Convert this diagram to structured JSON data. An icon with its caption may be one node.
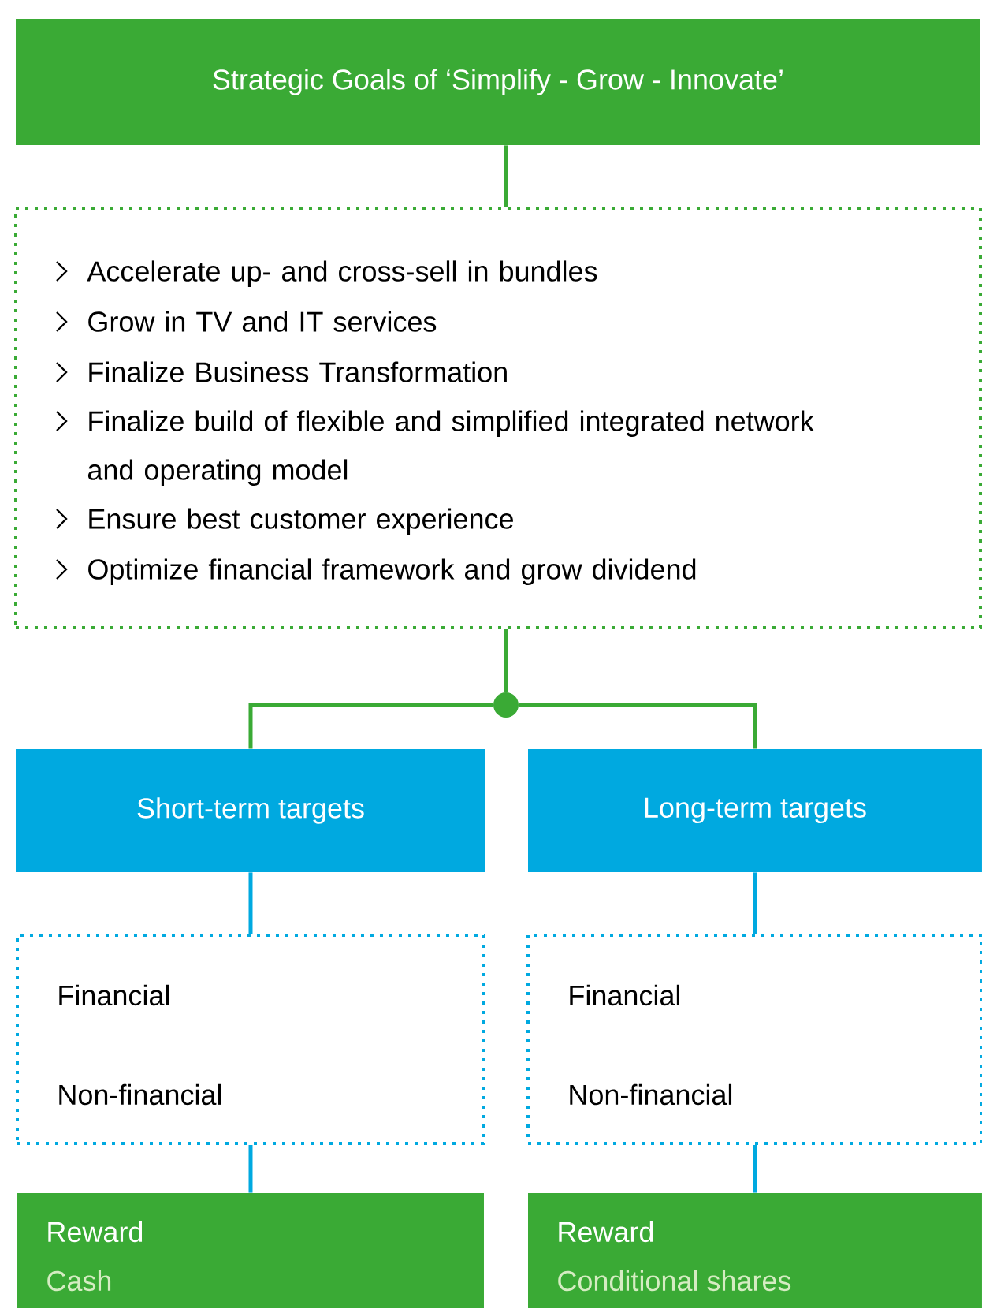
{
  "diagram": {
    "nodes": [
      {
        "text": [
          "Strategic Goals of ‘Simplify - Grow - Innovate’"
        ]
      },
      {
        "text": [
          "Accelerate up- and cross-sell in bundles",
          "Grow in TV and IT services",
          "Finalize Business Transformation",
          "Finalize build of flexible and simplified integrated network and operating model",
          "Ensure best customer experience",
          "Optimize financial framework and grow dividend"
        ]
      },
      {
        "text": [],
        "shape": "circle"
      },
      {
        "text": [
          "Short-term targets"
        ]
      },
      {
        "text": [
          "Long-term targets"
        ]
      },
      {
        "text": [
          "Financial",
          "Non-financial"
        ]
      },
      {
        "text": [
          "Financial",
          "Non-financial"
        ]
      },
      {
        "text": [
          "Reward",
          "Cash"
        ]
      },
      {
        "text": [
          "Reward",
          "Conditional shares"
        ]
      }
    ],
    "edges": [
      {
        "from": 0,
        "to": 1,
        "arrow": "none",
        "color": "#3aaa35"
      },
      {
        "from": 1,
        "to": 2,
        "arrow": "none",
        "color": "#3aaa35"
      },
      {
        "from": 2,
        "to": 3,
        "arrow": "none",
        "color": "#3aaa35"
      },
      {
        "from": 2,
        "to": 4,
        "arrow": "none",
        "color": "#3aaa35"
      },
      {
        "from": 3,
        "to": 5,
        "arrow": "none",
        "color": "#00a9e0"
      },
      {
        "from": 4,
        "to": 6,
        "arrow": "none",
        "color": "#00a9e0"
      },
      {
        "from": 5,
        "to": 7,
        "arrow": "none",
        "color": "#00a9e0"
      },
      {
        "from": 6,
        "to": 8,
        "arrow": "none",
        "color": "#00a9e0"
      }
    ]
  }
}
